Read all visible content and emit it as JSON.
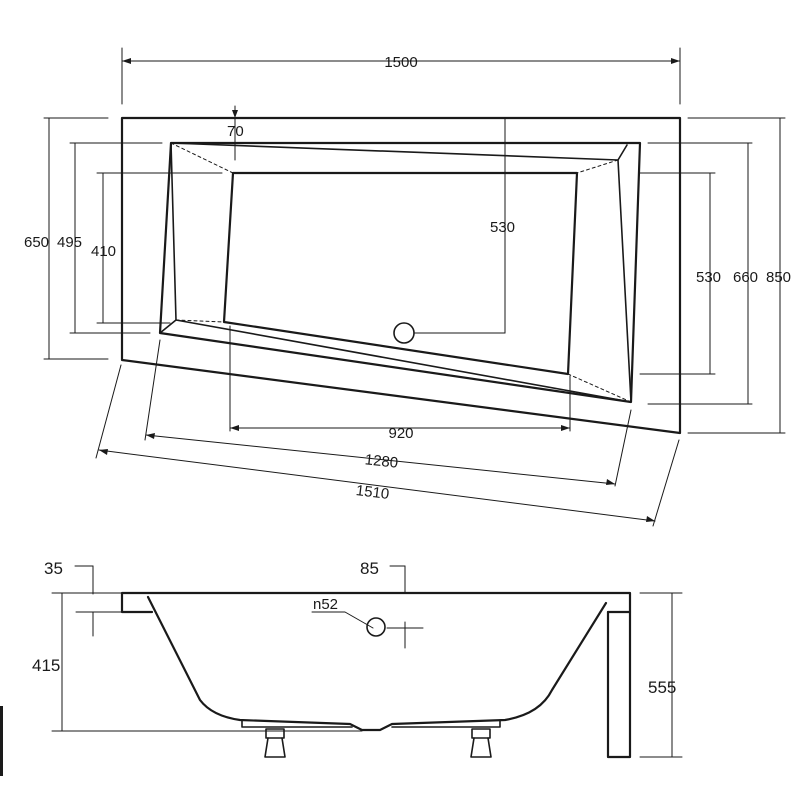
{
  "top_view": {
    "overall_width": "1500",
    "rim_offset": "70",
    "left_total_height": "650",
    "left_inner_height": "495",
    "left_basin_height": "410",
    "drain_depth": "530",
    "right_basin_height": "530",
    "right_inner_height": "660",
    "right_total_height": "850",
    "bottom_basin_length": "920",
    "bottom_inner_length": "1280",
    "bottom_total_length": "1510"
  },
  "side_view": {
    "rim_thickness": "35",
    "overflow_offset": "85",
    "overflow_label": "n52",
    "basin_depth": "415",
    "total_height": "555"
  }
}
